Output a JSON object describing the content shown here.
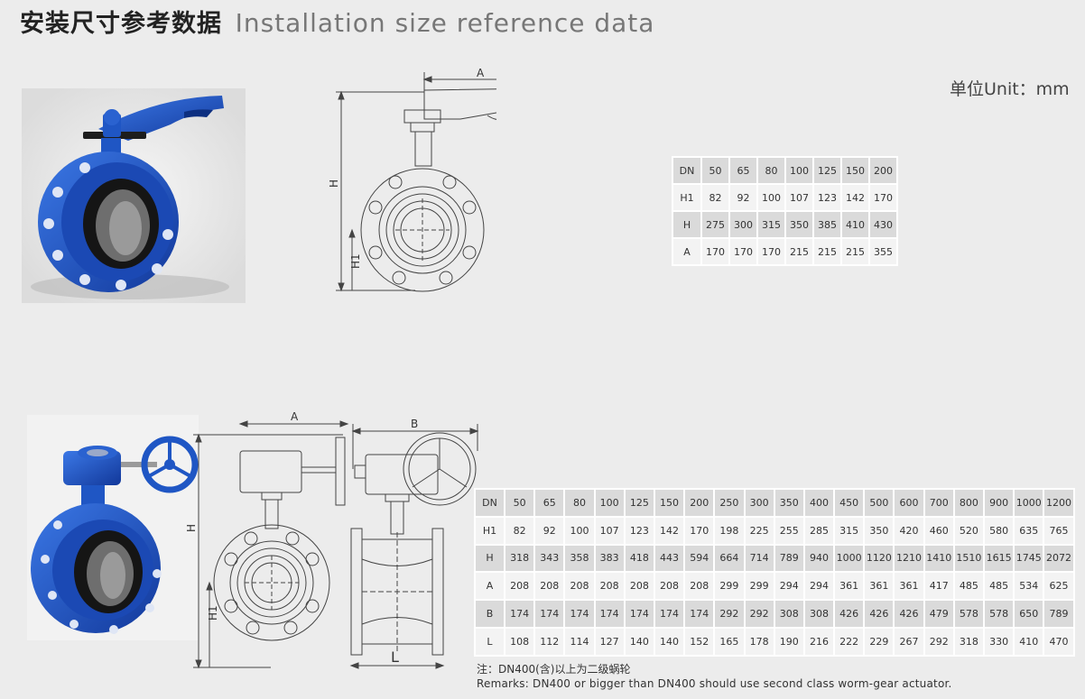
{
  "header": {
    "title_cn": "安装尺寸参考数据",
    "title_en": "Installation size reference data"
  },
  "unit_label": "单位Unit：mm",
  "drawings": {
    "label_A": "A",
    "label_B": "B",
    "label_H": "H",
    "label_H1": "H1",
    "label_L": "L"
  },
  "table1": {
    "rows": [
      {
        "head": "DN",
        "cells": [
          "50",
          "65",
          "80",
          "100",
          "125",
          "150",
          "200"
        ]
      },
      {
        "head": "H1",
        "cells": [
          "82",
          "92",
          "100",
          "107",
          "123",
          "142",
          "170"
        ]
      },
      {
        "head": "H",
        "cells": [
          "275",
          "300",
          "315",
          "350",
          "385",
          "410",
          "430"
        ]
      },
      {
        "head": "A",
        "cells": [
          "170",
          "170",
          "170",
          "215",
          "215",
          "215",
          "355"
        ]
      }
    ]
  },
  "table2": {
    "rows": [
      {
        "head": "DN",
        "cells": [
          "50",
          "65",
          "80",
          "100",
          "125",
          "150",
          "200",
          "250",
          "300",
          "350",
          "400",
          "450",
          "500",
          "600",
          "700",
          "800",
          "900",
          "1000",
          "1200"
        ]
      },
      {
        "head": "H1",
        "cells": [
          "82",
          "92",
          "100",
          "107",
          "123",
          "142",
          "170",
          "198",
          "225",
          "255",
          "285",
          "315",
          "350",
          "420",
          "460",
          "520",
          "580",
          "635",
          "765"
        ]
      },
      {
        "head": "H",
        "cells": [
          "318",
          "343",
          "358",
          "383",
          "418",
          "443",
          "594",
          "664",
          "714",
          "789",
          "940",
          "1000",
          "1120",
          "1210",
          "1410",
          "1510",
          "1615",
          "1745",
          "2072"
        ]
      },
      {
        "head": "A",
        "cells": [
          "208",
          "208",
          "208",
          "208",
          "208",
          "208",
          "208",
          "299",
          "299",
          "294",
          "294",
          "361",
          "361",
          "361",
          "417",
          "485",
          "485",
          "534",
          "625"
        ]
      },
      {
        "head": "B",
        "cells": [
          "174",
          "174",
          "174",
          "174",
          "174",
          "174",
          "174",
          "292",
          "292",
          "308",
          "308",
          "426",
          "426",
          "426",
          "479",
          "578",
          "578",
          "650",
          "789"
        ]
      },
      {
        "head": "L",
        "cells": [
          "108",
          "112",
          "114",
          "127",
          "140",
          "140",
          "152",
          "165",
          "178",
          "190",
          "216",
          "222",
          "229",
          "267",
          "292",
          "318",
          "330",
          "410",
          "470"
        ]
      }
    ]
  },
  "remarks": {
    "cn": "注：DN400(含)以上为二级蜗轮",
    "en": "Remarks: DN400 or bigger than DN400 should use second class worm-gear actuator."
  },
  "colors": {
    "valve_blue": "#1f56c4",
    "valve_dark": "#0d2f80",
    "background": "#ececec",
    "row_shade": "#dadada"
  }
}
